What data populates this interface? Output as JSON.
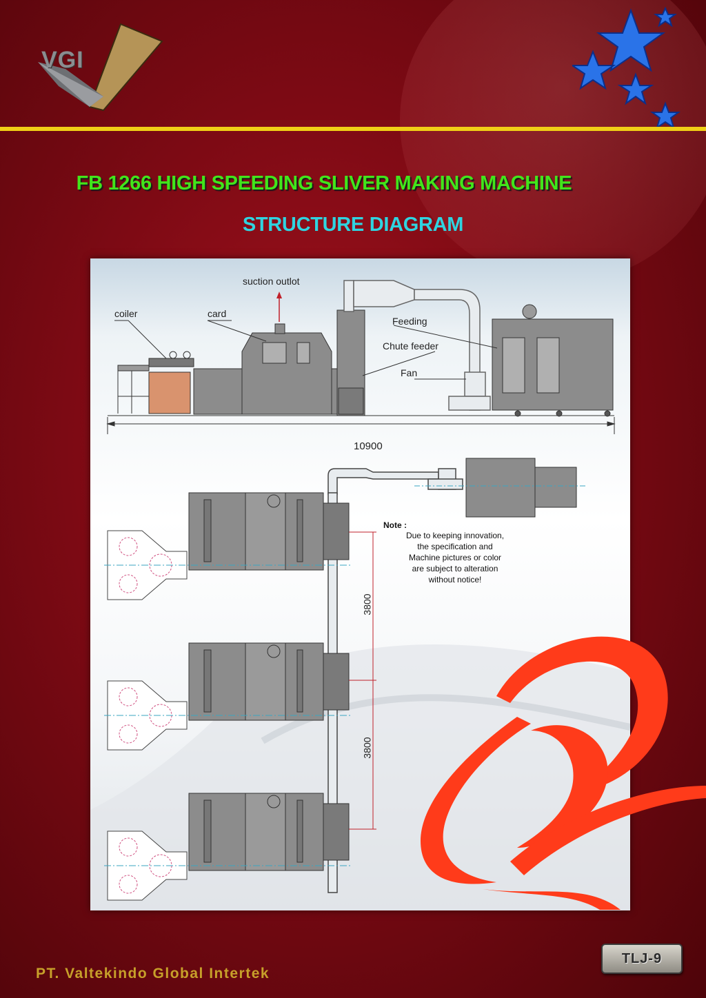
{
  "brand": {
    "logo_text": "VGI",
    "company": "PT. Valtekindo Global Intertek",
    "page_code": "TLJ-9"
  },
  "header": {
    "title": "FB 1266 HIGH SPEEDING SLIVER MAKING MACHINE",
    "subtitle": "STRUCTURE DIAGRAM"
  },
  "diagram": {
    "labels": {
      "suction_outlet": "suction  outlot",
      "coiler": "coiler",
      "card": "card",
      "feeding": "Feeding",
      "chute_feeder": "Chute feeder",
      "fan": "Fan"
    },
    "dimensions": {
      "total_length": "10900",
      "spacing_1": "3800",
      "spacing_2": "3800"
    },
    "note": {
      "title": "Note :",
      "lines": [
        "Due to keeping innovation,",
        "the specification and",
        "Machine pictures or color",
        "are subject to alteration",
        "without notice!"
      ]
    }
  },
  "colors": {
    "background": "#8b0d17",
    "title": "#42e51b",
    "subtitle": "#2fd4e0",
    "rule": "#f0cf16",
    "company": "#c7a02a",
    "machine": "#8c8c8c",
    "ribbon": "#ff3b1a"
  },
  "icons": [
    "vgi-logo-icon",
    "star-icon",
    "globe-icon",
    "ribbon-decoration"
  ]
}
